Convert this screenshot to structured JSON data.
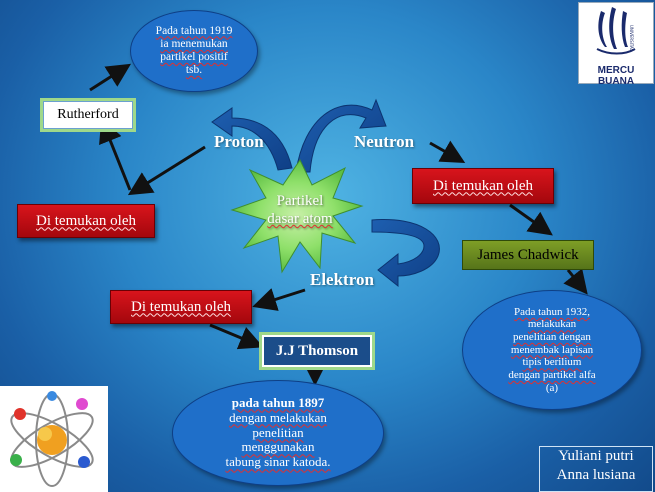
{
  "center": {
    "line1": "Partikel",
    "line2": "dasar atom"
  },
  "particles": {
    "proton": "Proton",
    "neutron": "Neutron",
    "elektron": "Elektron"
  },
  "discovered_by": {
    "proton": "Di temukan oleh",
    "neutron": "Di temukan oleh",
    "elektron": "Di temukan oleh"
  },
  "scientists": {
    "rutherford": "Rutherford",
    "chadwick": "James Chadwick",
    "thomson": "J.J Thomson"
  },
  "notes": {
    "rutherford": [
      "Pada tahun 1919",
      "ia menemukan",
      "partikel positif",
      "tsb."
    ],
    "chadwick": [
      "Pada tahun 1932,",
      "melakukan",
      "penelitian dengan",
      "menembak lapisan",
      "tipis berilium",
      "dengan partikel alfa",
      "(a)"
    ],
    "thomson": [
      "pada tahun 1897",
      "dengan melakukan",
      "penelitian",
      "menggunakan",
      "tabung sinar katoda."
    ]
  },
  "logo": {
    "line1": "UNIVERSITAS",
    "line2": "MERCU BUANA"
  },
  "authors": [
    "Yuliani putri",
    "Anna lusiana"
  ],
  "colors": {
    "background": "#2a86c8",
    "note_ellipse": "#1f6fc9",
    "red_box": "#c8101a",
    "star": "#8fe06a",
    "name_box_green": "#6b8a1e"
  }
}
